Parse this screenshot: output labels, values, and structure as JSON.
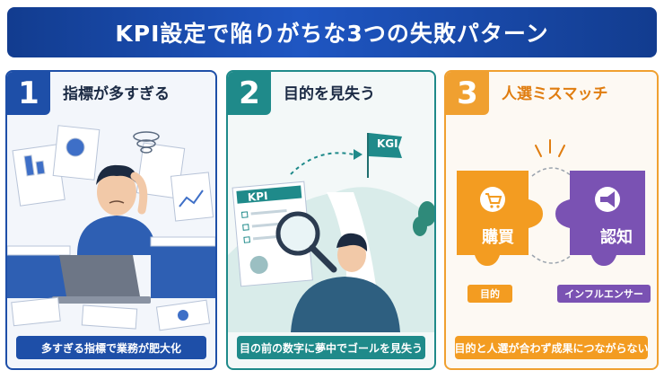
{
  "banner": {
    "title": "KPI設定で陥りがちな3つの失敗パターン"
  },
  "cards": [
    {
      "number": "1",
      "title": "指標が多すぎる",
      "caption": "多すぎる指標で業務が肥大化"
    },
    {
      "number": "2",
      "title": "目的を見失う",
      "caption": "目の前の数字に夢中でゴールを見失う",
      "kpi_label": "KPI",
      "kgi_label": "KGI"
    },
    {
      "number": "3",
      "title": "人選ミスマッチ",
      "caption": "目的と人選が合わず成果につながらない",
      "puzzle_left": "購買",
      "puzzle_right": "認知",
      "tag_left": "目的",
      "tag_right": "インフルエンサー"
    }
  ],
  "colors": {
    "navy": "#1e4fa8",
    "teal": "#1f8a8a",
    "orange": "#f0a030",
    "purple": "#7a52b3"
  }
}
